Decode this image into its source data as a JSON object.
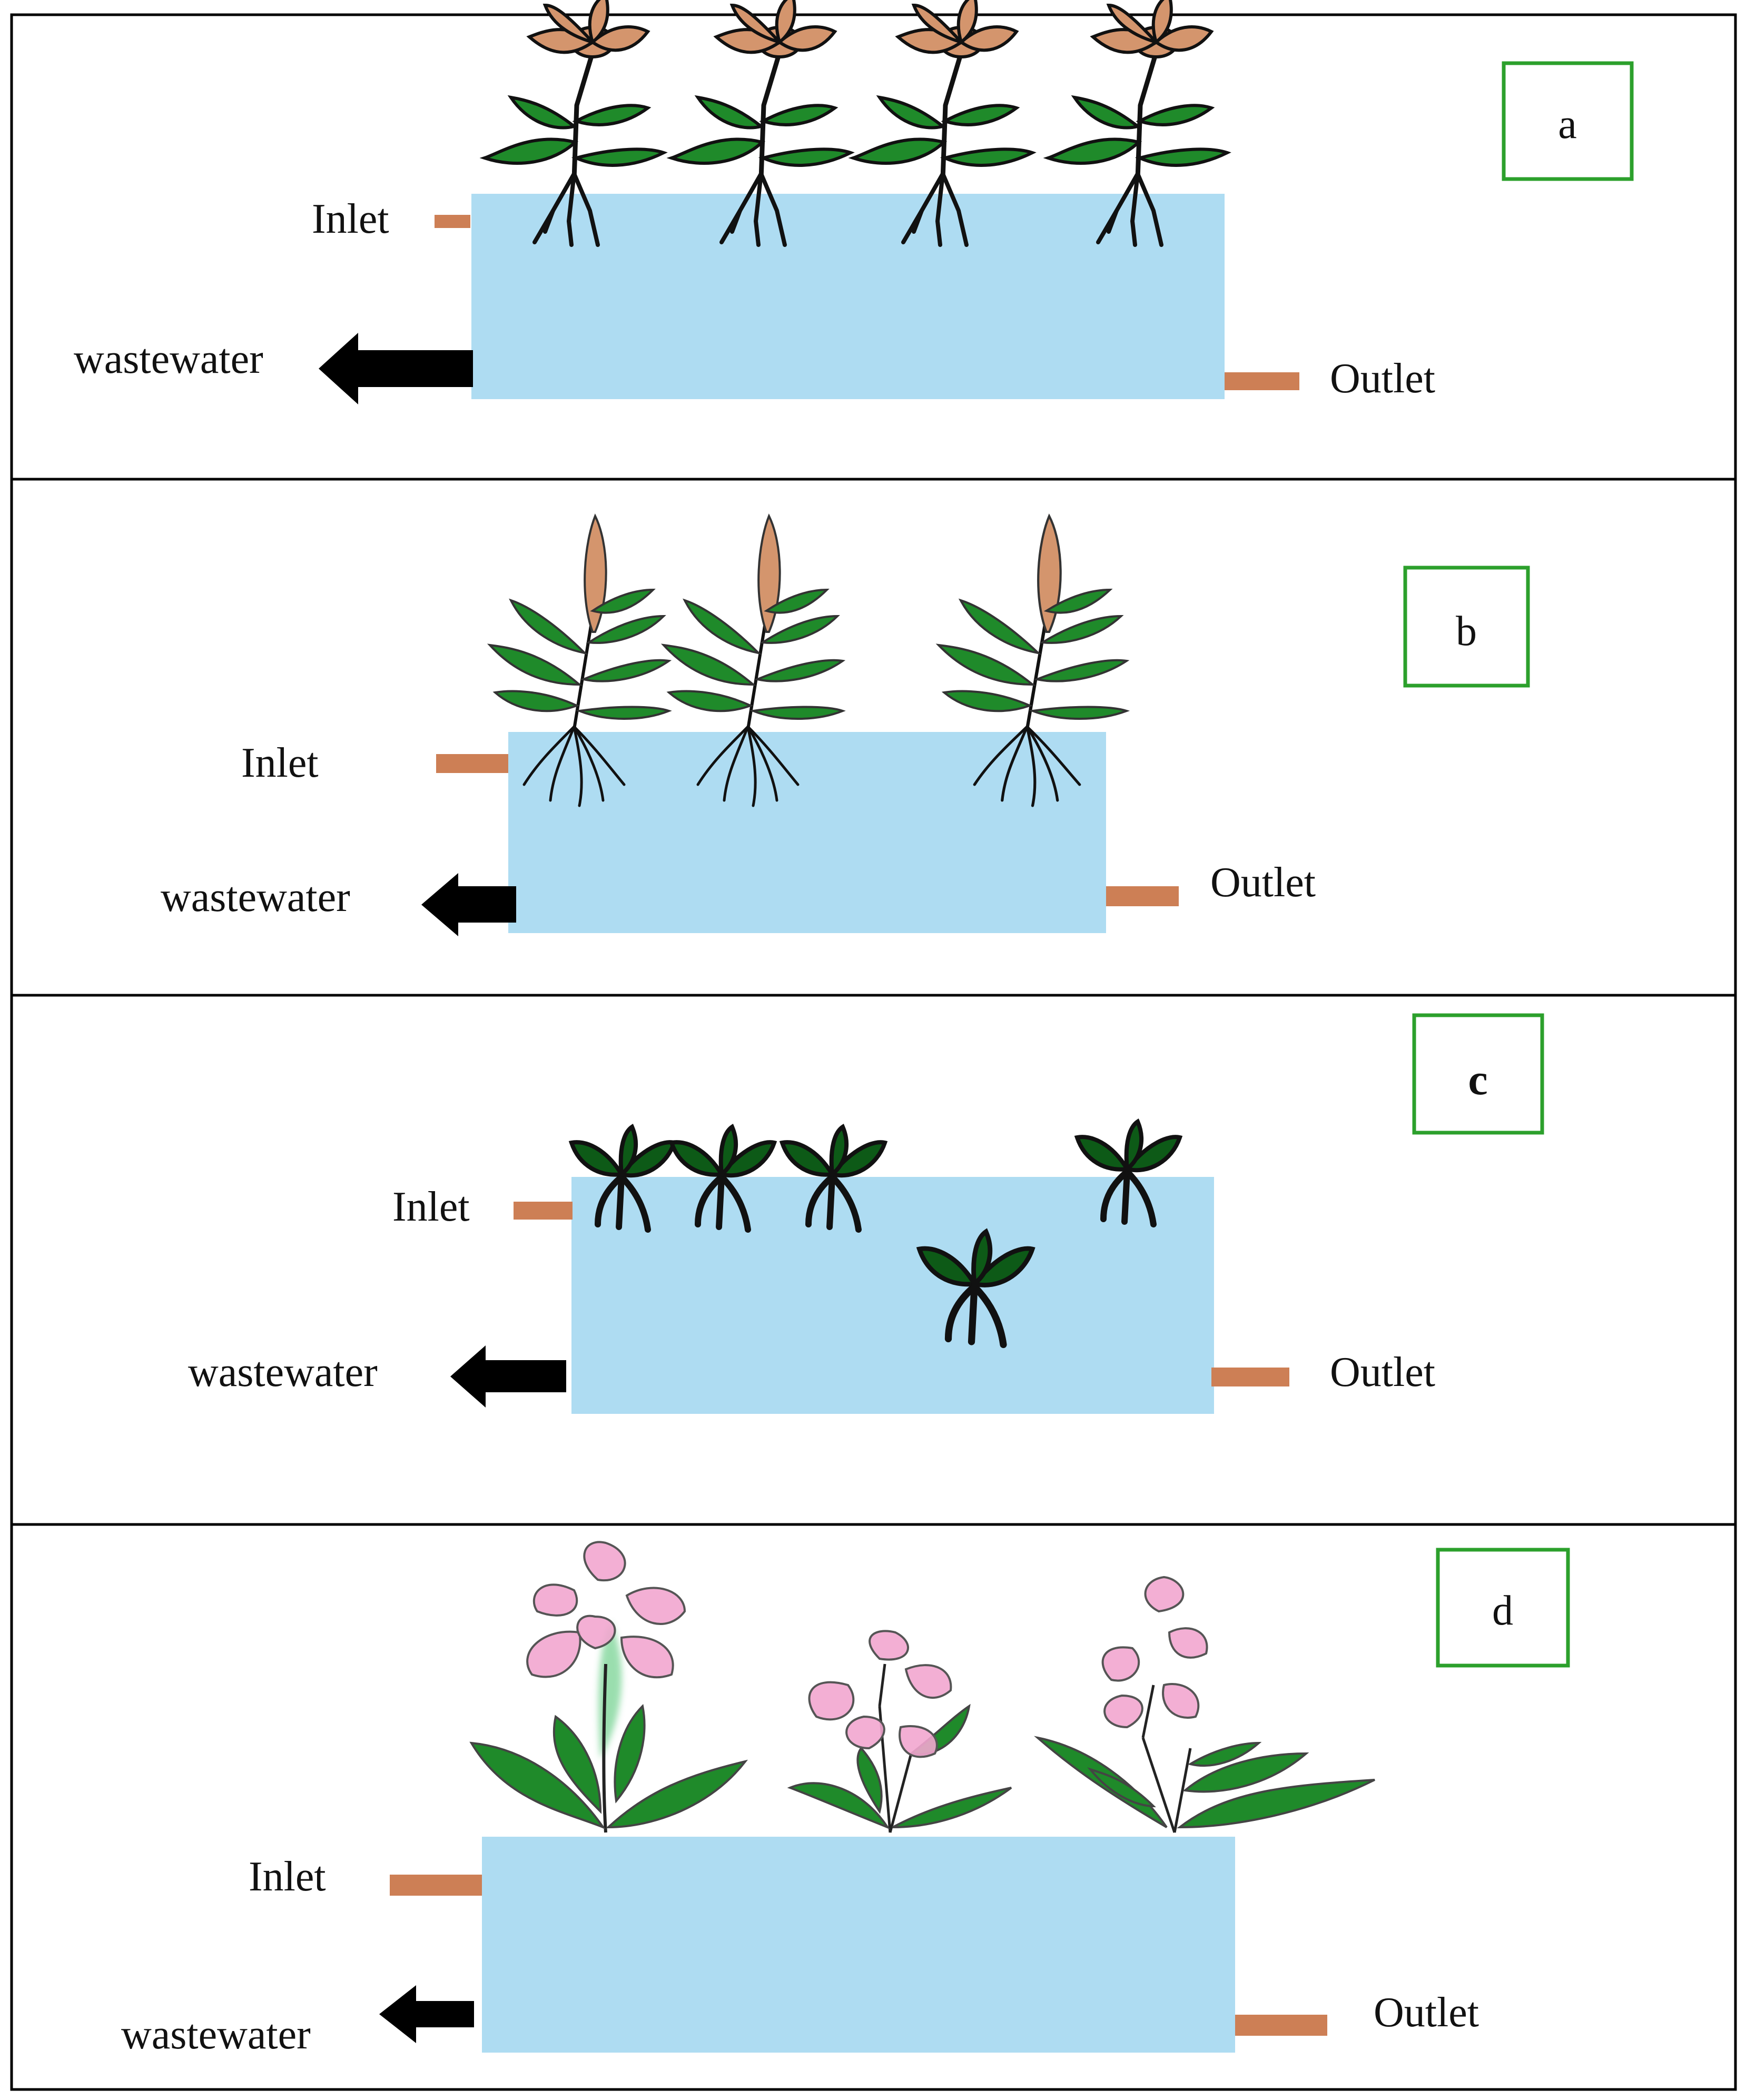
{
  "colors": {
    "water": "#aedcf2",
    "pipe": "#cd7f55",
    "arrow": "#000000",
    "leaf": "#1f8a2a",
    "leaf_dark": "#0d5a17",
    "flower_brown": "#d4956d",
    "flower_pink": "#f2a6cf",
    "label_box": "#2ca02c",
    "frame": "#000000"
  },
  "panels": [
    {
      "id": "a",
      "label": "a",
      "inlet_label": "Inlet",
      "outlet_label": "Outlet",
      "flow_label": "wastewater",
      "plant_type": "brown-flower-plant",
      "plant_count": 4
    },
    {
      "id": "b",
      "label": "b",
      "inlet_label": "Inlet",
      "outlet_label": "Outlet",
      "flow_label": "wastewater",
      "plant_type": "cattail-plant",
      "plant_count": 3
    },
    {
      "id": "c",
      "label": "c",
      "inlet_label": "Inlet",
      "outlet_label": "Outlet",
      "flow_label": "wastewater",
      "plant_type": "floating-plant",
      "plant_count": 5
    },
    {
      "id": "d",
      "label": "d",
      "inlet_label": "Inlet",
      "outlet_label": "Outlet",
      "flow_label": "wastewater",
      "plant_type": "pink-flower-plant",
      "plant_count": 3
    }
  ]
}
